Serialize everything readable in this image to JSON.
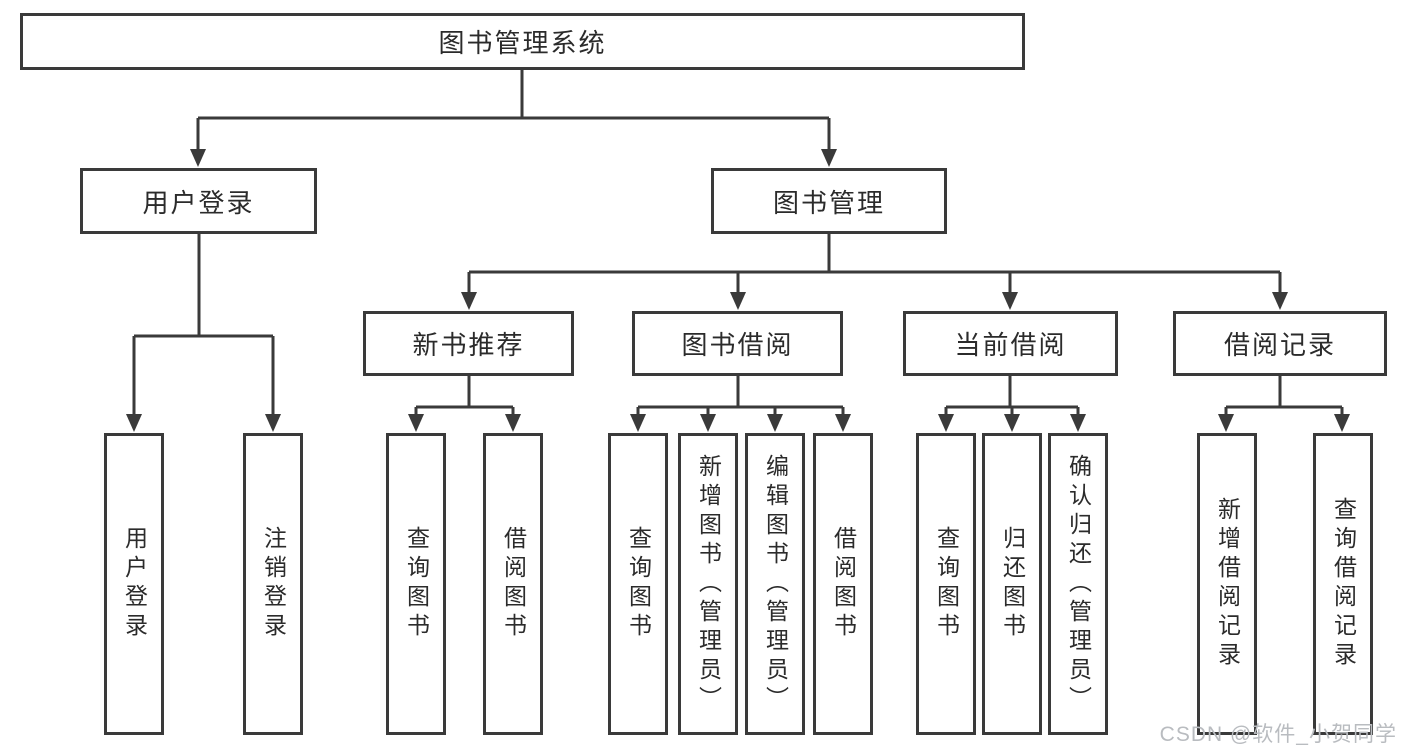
{
  "diagram_title": "图书管理系统",
  "nodes": {
    "root": {
      "label": "图书管理系统"
    },
    "user_login": {
      "label": "用户登录"
    },
    "book_management": {
      "label": "图书管理"
    },
    "new_book_recommend": {
      "label": "新书推荐"
    },
    "book_borrow": {
      "label": "图书借阅"
    },
    "current_borrow": {
      "label": "当前借阅"
    },
    "borrow_records": {
      "label": "借阅记录"
    },
    "leaf_user_login": {
      "label": "用户登录"
    },
    "leaf_logout": {
      "label": "注销登录"
    },
    "leaf_recommend_query_book": {
      "label": "查询图书"
    },
    "leaf_recommend_borrow_book": {
      "label": "借阅图书"
    },
    "leaf_borrow_query_book": {
      "label": "查询图书"
    },
    "leaf_borrow_add_book": {
      "label": "新增图书（管理员）"
    },
    "leaf_borrow_edit_book": {
      "label": "编辑图书（管理员）"
    },
    "leaf_borrow_borrow_book": {
      "label": "借阅图书"
    },
    "leaf_current_query_book": {
      "label": "查询图书"
    },
    "leaf_current_return_book": {
      "label": "归还图书"
    },
    "leaf_current_confirm_return": {
      "label": "确认归还（管理员）"
    },
    "leaf_records_add_record": {
      "label": "新增借阅记录"
    },
    "leaf_records_query_record": {
      "label": "查询借阅记录"
    }
  },
  "watermark": {
    "text": "CSDN @软件_小贺同学"
  },
  "colors": {
    "line": "#3a3a3a",
    "border": "#3a3a3a",
    "text": "#2b2b2b",
    "watermark": "#b9bcc0",
    "background": "#ffffff"
  }
}
